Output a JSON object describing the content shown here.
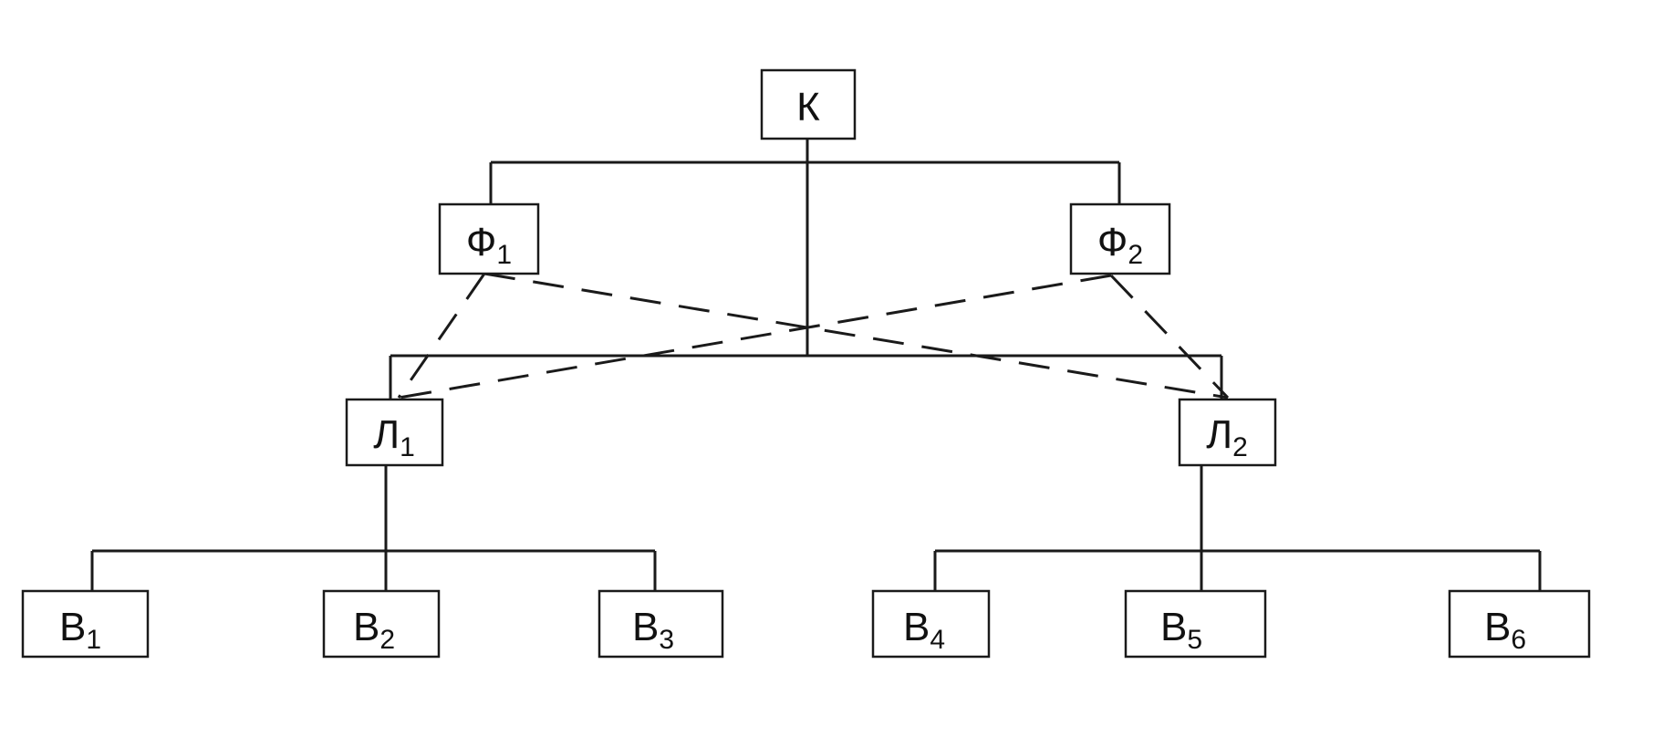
{
  "nodes": {
    "k": {
      "letter": "К",
      "sub": ""
    },
    "f1": {
      "letter": "Ф",
      "sub": "1"
    },
    "f2": {
      "letter": "Ф",
      "sub": "2"
    },
    "l1": {
      "letter": "Л",
      "sub": "1"
    },
    "l2": {
      "letter": "Л",
      "sub": "2"
    },
    "v1": {
      "letter": "В",
      "sub": "1"
    },
    "v2": {
      "letter": "В",
      "sub": "2"
    },
    "v3": {
      "letter": "В",
      "sub": "3"
    },
    "v4": {
      "letter": "В",
      "sub": "4"
    },
    "v5": {
      "letter": "В",
      "sub": "5"
    },
    "v6": {
      "letter": "В",
      "sub": "6"
    }
  }
}
